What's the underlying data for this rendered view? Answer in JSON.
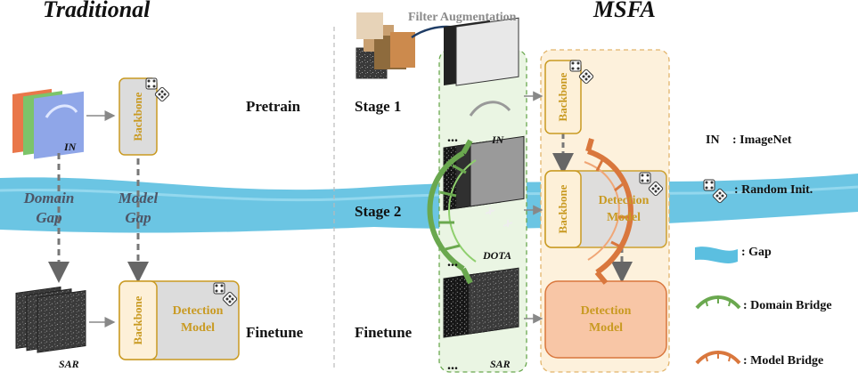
{
  "titles": {
    "traditional": "Traditional",
    "msfa": "MSFA"
  },
  "rows": {
    "pretrain": "Pretrain",
    "finetune_left": "Finetune",
    "finetune_right": "Finetune",
    "stage1": "Stage 1",
    "stage2": "Stage 2"
  },
  "gaps": {
    "domain_l1": "Domain",
    "domain_l2": "Gap",
    "model_l1": "Model",
    "model_l2": "Gap"
  },
  "datasets": {
    "in_left": "IN",
    "sar_left": "SAR",
    "in_right": "IN",
    "dota": "DOTA",
    "sar_right": "SAR",
    "ellipsis": "..."
  },
  "modules": {
    "backbone": "Backbone",
    "detection_l1": "Detection",
    "detection_l2": "Model"
  },
  "filter_augmentation": "Filter Augmentation",
  "legend": {
    "in_key": "IN",
    "in_value": ": ImageNet",
    "random_init": ": Random Init.",
    "gap": ": Gap",
    "domain_bridge": ": Domain Bridge",
    "model_bridge": ": Model Bridge"
  },
  "colors": {
    "gold": "#c99a22",
    "gap_water": "#5bbfe0",
    "domain_bridge": "#6aa84f",
    "model_bridge": "#d9773d",
    "green_panel": "#eaf5e3",
    "orange_panel": "#fdf1dc"
  }
}
